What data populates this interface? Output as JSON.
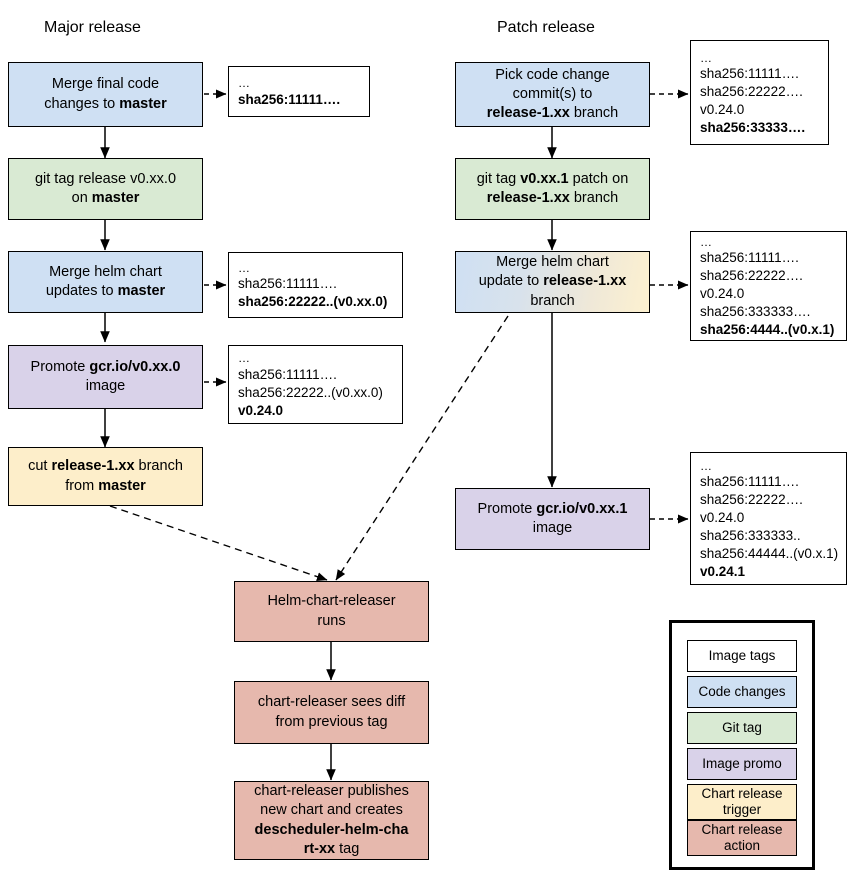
{
  "columns": {
    "major_title": "Major release",
    "patch_title": "Patch release"
  },
  "major_flow": {
    "merge_code": {
      "l1": "Merge final code",
      "l2a": "changes to ",
      "l2b": "master"
    },
    "git_tag": {
      "l1": "git tag release v0.xx.0",
      "l2a": "on ",
      "l2b": "master"
    },
    "merge_helm": {
      "l1": "Merge helm chart",
      "l2a": "updates to ",
      "l2b": "master"
    },
    "promote": {
      "l1a": "Promote ",
      "l1b": "gcr.io/v0.xx.0",
      "l2": "image"
    },
    "cut_branch": {
      "l1a": "cut ",
      "l1b": "release-1.xx",
      "l1c": " branch",
      "l2a": "from ",
      "l2b": "master"
    }
  },
  "patch_flow": {
    "pick_commits": {
      "l1": "Pick code change",
      "l2": "commit(s) to",
      "l3a": "release-1.xx",
      "l3b": " branch"
    },
    "git_tag": {
      "l1a": "git tag ",
      "l1b": "v0.xx.1",
      "l1c": " patch on",
      "l2a": "release-1.xx",
      "l2b": " branch"
    },
    "merge_helm": {
      "l1": "Merge helm chart",
      "l2a": "update to ",
      "l2b": "release-1.xx",
      "l3": "branch"
    },
    "promote": {
      "l1a": "Promote ",
      "l1b": "gcr.io/v0.xx.1",
      "l2": "image"
    }
  },
  "releaser_flow": {
    "runs": {
      "l1": "Helm-chart-releaser",
      "l2": "runs"
    },
    "sees_diff": {
      "l1": "chart-releaser sees diff",
      "l2": "from previous tag"
    },
    "publishes": {
      "l1": "chart-releaser publishes",
      "l2": "new chart and creates",
      "l3": "descheduler-helm-cha",
      "l4a": "rt-xx",
      "l4b": " tag"
    }
  },
  "tag_boxes": {
    "major_1": {
      "ellipsis": "…",
      "lines": [
        {
          "text": "sha256:11111….",
          "bold": true
        }
      ]
    },
    "major_2": {
      "ellipsis": "…",
      "lines": [
        {
          "text": "sha256:11111….",
          "bold": false
        },
        {
          "text": "sha256:22222..(v0.xx.0)",
          "bold": true
        }
      ]
    },
    "major_3": {
      "ellipsis": "…",
      "lines": [
        {
          "text": "sha256:11111….",
          "bold": false
        },
        {
          "text": "sha256:22222..(v0.xx.0)",
          "bold": false
        },
        {
          "text": "v0.24.0",
          "bold": true
        }
      ]
    },
    "patch_1": {
      "ellipsis": "…",
      "lines": [
        {
          "text": "sha256:11111….",
          "bold": false
        },
        {
          "text": "sha256:22222….",
          "bold": false
        },
        {
          "text": "v0.24.0",
          "bold": false
        },
        {
          "text": "sha256:33333….",
          "bold": true
        }
      ]
    },
    "patch_2": {
      "ellipsis": "…",
      "lines": [
        {
          "text": "sha256:11111….",
          "bold": false
        },
        {
          "text": "sha256:22222….",
          "bold": false
        },
        {
          "text": "v0.24.0",
          "bold": false
        },
        {
          "text": "sha256:333333….",
          "bold": false
        },
        {
          "text": "sha256:4444..(v0.x.1)",
          "bold": true
        }
      ]
    },
    "patch_3": {
      "ellipsis": "…",
      "lines": [
        {
          "text": "sha256:11111….",
          "bold": false
        },
        {
          "text": "sha256:22222….",
          "bold": false
        },
        {
          "text": "v0.24.0",
          "bold": false
        },
        {
          "text": "sha256:333333..",
          "bold": false
        },
        {
          "text": "sha256:44444..(v0.x.1)",
          "bold": false
        },
        {
          "text": "v0.24.1",
          "bold": true
        }
      ]
    }
  },
  "legend": {
    "items": [
      {
        "label": "Image tags",
        "color": "#ffffff"
      },
      {
        "label": "Code changes",
        "color": "#cfe0f3"
      },
      {
        "label": "Git tag",
        "color": "#d9ead3"
      },
      {
        "label": "Image promo",
        "color": "#d9d2e9"
      },
      {
        "label": "Chart release trigger",
        "color": "#fdeeca"
      },
      {
        "label": "Chart release action",
        "color": "#e6b8ad"
      }
    ],
    "trigger_l1": "Chart release",
    "trigger_l2": "trigger",
    "action_l1": "Chart release",
    "action_l2": "action"
  },
  "colors": {
    "code_changes": "#cfe0f3",
    "git_tag": "#d9ead3",
    "image_promo": "#d9d2e9",
    "chart_release_trigger": "#fdeeca",
    "chart_release_action": "#e6b8ad",
    "stroke": "#000000",
    "background": "#ffffff"
  }
}
